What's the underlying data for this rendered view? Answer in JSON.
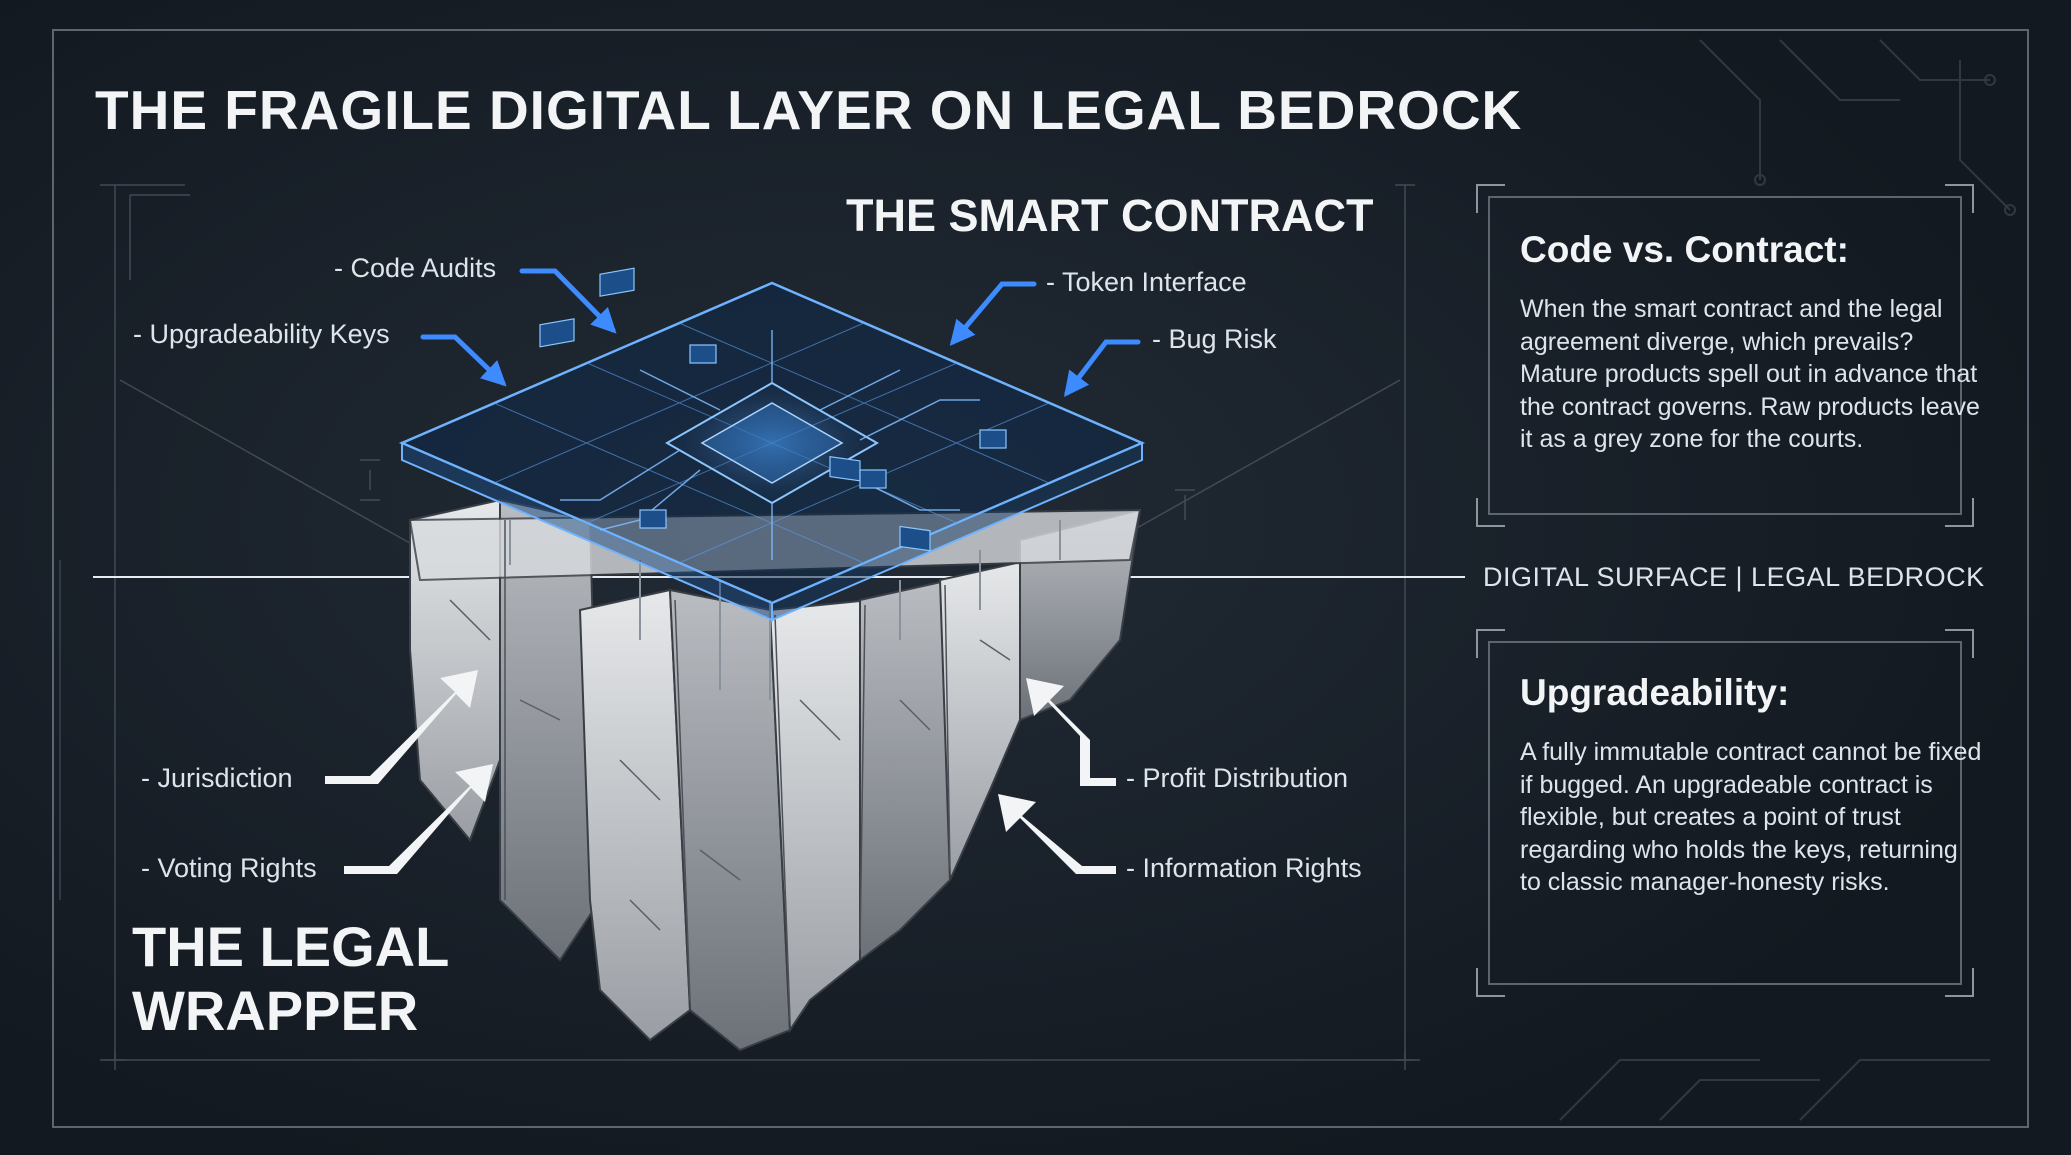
{
  "title": "THE FRAGILE DIGITAL LAYER ON LEGAL BEDROCK",
  "top_layer": {
    "title": "THE SMART CONTRACT",
    "labels": [
      "- Code Audits",
      "- Upgradeability Keys",
      "- Token Interface",
      "- Bug Risk"
    ]
  },
  "divider_label": "DIGITAL SURFACE | LEGAL BEDROCK",
  "bottom_layer": {
    "title": "THE LEGAL WRAPPER",
    "labels": [
      "- Jurisdiction",
      "- Voting Rights",
      "- Profit Distribution",
      "- Information Rights"
    ]
  },
  "panels": [
    {
      "heading": "Code vs. Contract:",
      "body": "When the smart contract and the legal agreement diverge, which prevails? Mature products spell out in advance that the contract governs. Raw products leave it as a grey zone for the courts."
    },
    {
      "heading": "Upgradeability:",
      "body": "A fully immutable contract cannot be fixed if bugged. An upgradeable contract is flexible, but creates a point of trust regarding who holds the keys, returning to classic manager-honesty risks."
    }
  ],
  "colors": {
    "background": "#161c24",
    "digital_accent": "#4a90e2",
    "arrow_blue": "#3d8bff",
    "stone": "#c9ccd0",
    "text": "#e8ecf0"
  },
  "icons": {
    "top_arrows": "blue-arrow-icon",
    "bottom_arrows": "white-arrow-icon"
  }
}
